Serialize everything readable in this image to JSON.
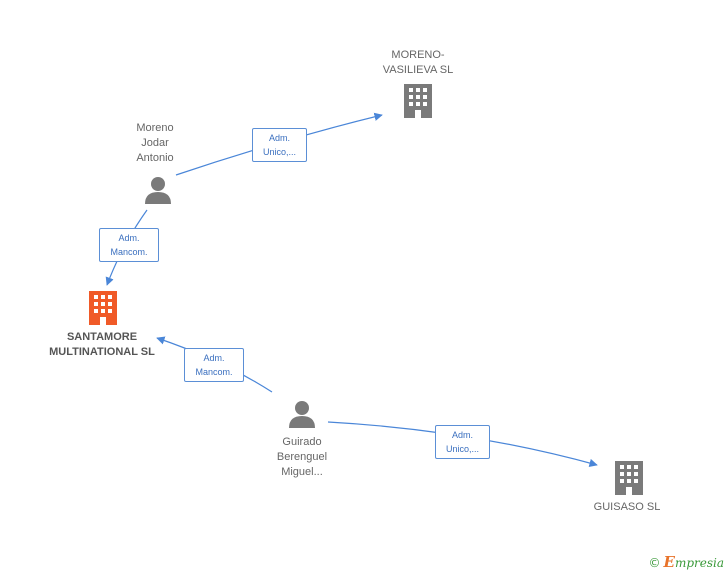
{
  "nodes": {
    "moreno_vasilieva": {
      "label": "MORENO-\nVASILIEVA SL"
    },
    "moreno_jodar": {
      "label": "Moreno\nJodar\nAntonio"
    },
    "santamore": {
      "label": "SANTAMORE\nMULTINATIONAL SL"
    },
    "guirado": {
      "label": "Guirado\nBerenguel\nMiguel..."
    },
    "guisaso": {
      "label": "GUISASO SL"
    }
  },
  "edges": {
    "e1": {
      "label": "Adm.\nUnico,..."
    },
    "e2": {
      "label": "Adm.\nMancom."
    },
    "e3": {
      "label": "Adm.\nMancom."
    },
    "e4": {
      "label": "Adm.\nUnico,..."
    }
  },
  "colors": {
    "company": "#7a7a7a",
    "company_main": "#f05a28",
    "person": "#7a7a7a",
    "edge": "#4a86d8"
  },
  "icons": {
    "company": "building-icon",
    "person": "person-icon"
  },
  "brand": {
    "copyright": "©",
    "e": "E",
    "rest": "mpresia"
  }
}
